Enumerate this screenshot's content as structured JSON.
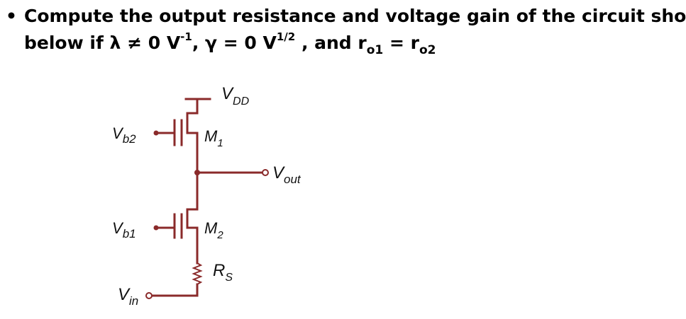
{
  "question": {
    "bullet": "•",
    "line1": "Compute the output resistance and voltage gain of the circuit shown",
    "line2_a": "below if λ ≠ 0 V",
    "line2_sup1": "-1",
    "line2_b": ", γ = 0 V",
    "line2_sup2": "1/2",
    "line2_c": " , and r",
    "line2_sub1": "o1",
    "line2_d": " = r",
    "line2_sub2": "o2"
  },
  "circuit": {
    "vdd": {
      "main": "V",
      "sub": "DD"
    },
    "m1": {
      "main": "M",
      "sub": "1"
    },
    "m2": {
      "main": "M",
      "sub": "2"
    },
    "vb2": {
      "main": "V",
      "sub": "b2"
    },
    "vb1": {
      "main": "V",
      "sub": "b1"
    },
    "vout": {
      "main": "V",
      "sub": "out"
    },
    "rs": {
      "main": "R",
      "sub": "S"
    },
    "vin": {
      "main": "V",
      "sub": "in"
    },
    "wire_color": "#8a2a2a"
  }
}
